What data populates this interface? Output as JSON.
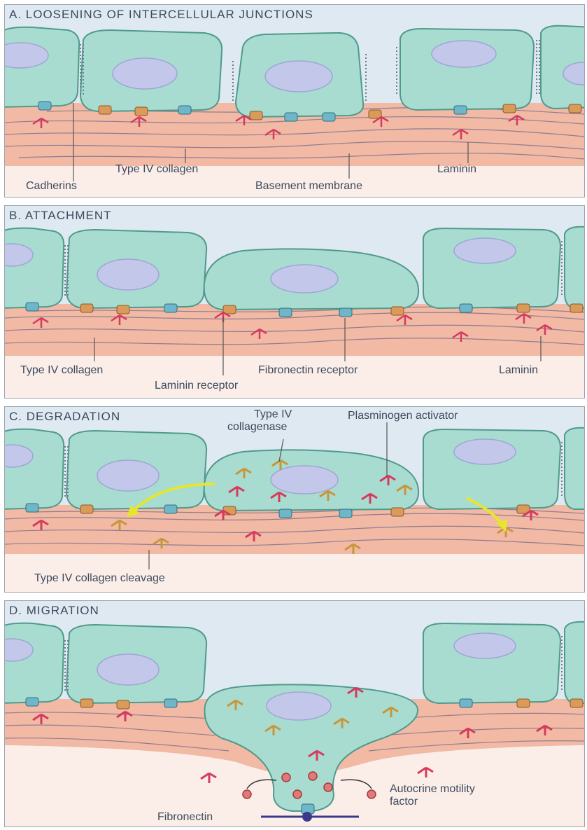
{
  "panels": {
    "a": {
      "title": "A. LOOSENING OF INTERCELLULAR JUNCTIONS",
      "labels": {
        "collagen": "Type IV collagen",
        "laminin": "Laminin",
        "cadherins": "Cadherins",
        "membrane": "Basement membrane"
      }
    },
    "b": {
      "title": "B. ATTACHMENT",
      "labels": {
        "collagen": "Type IV collagen",
        "fibronectin_receptor": "Fibronectin receptor",
        "laminin": "Laminin",
        "laminin_receptor": "Laminin receptor"
      }
    },
    "c": {
      "title": "C. DEGRADATION",
      "labels": {
        "collagenase_1": "Type IV",
        "collagenase_2": "collagenase",
        "plasminogen": "Plasminogen activator",
        "cleavage": "Type IV collagen cleavage"
      }
    },
    "d": {
      "title": "D. MIGRATION",
      "labels": {
        "autocrine_1": "Autocrine motility",
        "autocrine_2": "factor",
        "fibronectin": "Fibronectin"
      }
    }
  },
  "colors": {
    "cell": "#a8dcd0",
    "nucleus": "#c3c8ea",
    "basement_membrane": "#f2b9a4",
    "laminin": "#d63a5e",
    "collagenase": "#c8963a",
    "arrow": "#e6e62e"
  }
}
